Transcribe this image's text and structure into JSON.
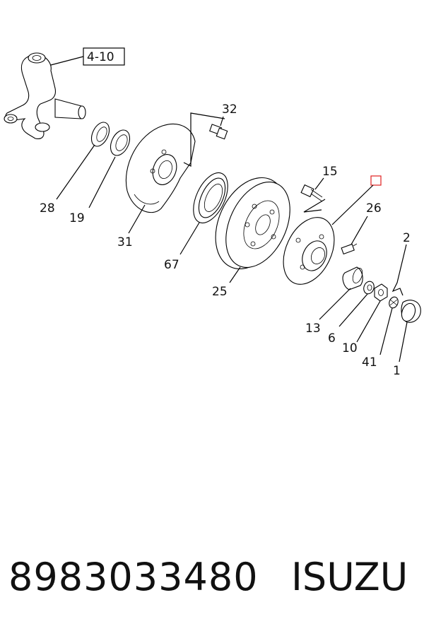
{
  "diagram": {
    "callouts": {
      "ref_box": "4-10",
      "c32": "32",
      "c15": "15",
      "c26": "26",
      "c2": "2",
      "c28": "28",
      "c19": "19",
      "c31": "31",
      "c67": "67",
      "c25": "25",
      "c13": "13",
      "c6": "6",
      "c10": "10",
      "c41": "41",
      "c1": "1"
    }
  },
  "footer": {
    "part_number": "8983033480",
    "brand": "ISUZU"
  },
  "colors": {
    "line": "#000000",
    "highlight": "#e02020"
  }
}
